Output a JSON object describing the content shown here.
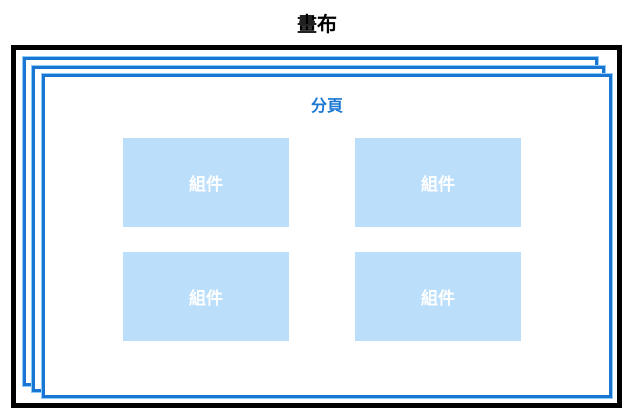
{
  "title": "畫布",
  "page_label": "分頁",
  "components": [
    "組件",
    "組件",
    "組件",
    "組件"
  ],
  "colors": {
    "page_border": "#1976d2",
    "component_fill": "#bbdefb",
    "canvas_border": "#000000"
  }
}
